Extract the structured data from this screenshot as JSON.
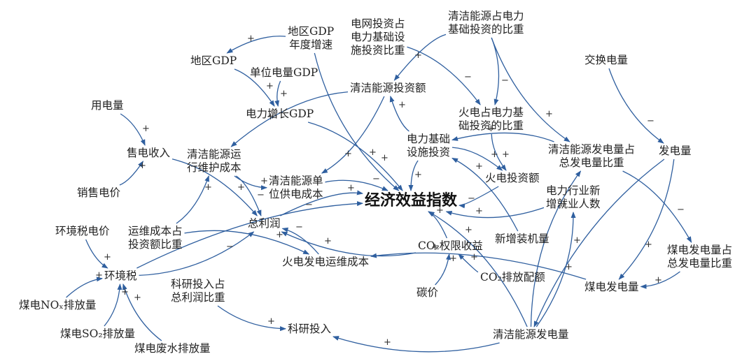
{
  "colors": {
    "arrow": "#2f5f9f",
    "text": "#222222",
    "background": "#ffffff"
  },
  "nodes": {
    "regional_gdp_growth": [
      "地区GDP",
      "年度增速"
    ],
    "grid_invest_share": [
      "电网投资占",
      "电力基础设",
      "施投资比重"
    ],
    "clean_power_invest_share": [
      "清洁能源占电力",
      "基础投资的比重"
    ],
    "regional_gdp": [
      "地区GDP"
    ],
    "unit_power_gdp": [
      "单位电量GDP"
    ],
    "exchange_power": [
      "交换电量"
    ],
    "clean_energy_invest": [
      "清洁能源投资额"
    ],
    "power_use": [
      "用电量"
    ],
    "power_growth_gdp": [
      "电力增长GDP"
    ],
    "thermal_invest_share": [
      "火电占电力基",
      "础投资的比重"
    ],
    "power_infra_invest": [
      "电力基础",
      "设施投资"
    ],
    "clean_gen_share": [
      "清洁能源发电量占",
      "总发电量比重"
    ],
    "power_generation": [
      "发电量"
    ],
    "sales_revenue": [
      "售电收入"
    ],
    "clean_om_cost": [
      "清洁能源运",
      "行维护成本"
    ],
    "clean_unit_supply_cost": [
      "清洁能源单",
      "位供电成本"
    ],
    "economic_index": [
      "经济效益指数"
    ],
    "thermal_invest": [
      "火电投资额"
    ],
    "new_jobs": [
      "电力行业新",
      "增就业人数"
    ],
    "sales_price": [
      "销售电价"
    ],
    "om_cost_share": [
      "运维成本占",
      "投资额比重"
    ],
    "total_profit": [
      "总利润"
    ],
    "env_tax_price": [
      "环境税电价"
    ],
    "co2_quota_revenue": [
      "CO₂权限收益"
    ],
    "new_capacity": [
      "新增装机量"
    ],
    "thermal_om_cost": [
      "火电发电运维成本"
    ],
    "coal_gen_share": [
      "煤电发电量占",
      "总发电量比重"
    ],
    "env_tax": [
      "环境税"
    ],
    "co2_quota": [
      "CO₂排放配额"
    ],
    "coal_generation": [
      "煤电发电量"
    ],
    "rd_share": [
      "科研投入占",
      "总利润比重"
    ],
    "carbon_price": [
      "碳价"
    ],
    "coal_nox": [
      "煤电NOₓ排放量"
    ],
    "coal_so2": [
      "煤电SO₂排放量"
    ],
    "rd_invest": [
      "科研投入"
    ],
    "clean_generation": [
      "清洁能源发电量"
    ],
    "coal_wastewater": [
      "煤电废水排放量"
    ]
  },
  "links": [
    {
      "from": "regional_gdp_growth",
      "to": "regional_gdp",
      "sign": "+"
    },
    {
      "from": "regional_gdp",
      "to": "power_growth_gdp",
      "sign": "+"
    },
    {
      "from": "unit_power_gdp",
      "to": "power_growth_gdp",
      "sign": "+"
    },
    {
      "from": "power_use",
      "to": "sales_revenue",
      "sign": "+"
    },
    {
      "from": "sales_price",
      "to": "sales_revenue",
      "sign": "+"
    },
    {
      "from": "sales_revenue",
      "to": "total_profit",
      "sign": "+"
    },
    {
      "from": "clean_power_invest_share",
      "to": "clean_energy_invest",
      "sign": "+"
    },
    {
      "from": "clean_power_invest_share",
      "to": "thermal_invest_share",
      "sign": "−"
    },
    {
      "from": "clean_power_invest_share",
      "to": "clean_gen_share",
      "sign": "+"
    },
    {
      "from": "grid_invest_share",
      "to": "thermal_invest_share",
      "sign": "−"
    },
    {
      "from": "exchange_power",
      "to": "power_generation",
      "sign": "−"
    },
    {
      "from": "power_infra_invest",
      "to": "clean_energy_invest",
      "sign": "+"
    },
    {
      "from": "clean_energy_invest",
      "to": "clean_om_cost",
      "sign": "+"
    },
    {
      "from": "clean_energy_invest",
      "to": "clean_unit_supply_cost",
      "sign": "+"
    },
    {
      "from": "thermal_invest_share",
      "to": "thermal_invest",
      "sign": "+"
    },
    {
      "from": "power_infra_invest",
      "to": "thermal_invest",
      "sign": "+"
    },
    {
      "from": "clean_gen_share",
      "to": "power_infra_invest",
      "sign": "+"
    },
    {
      "from": "clean_gen_share",
      "to": "coal_gen_share",
      "sign": "−"
    },
    {
      "from": "power_generation",
      "to": "clean_generation",
      "sign": "+"
    },
    {
      "from": "power_generation",
      "to": "coal_generation",
      "sign": "+"
    },
    {
      "from": "clean_om_cost",
      "to": "clean_unit_supply_cost",
      "sign": "+"
    },
    {
      "from": "clean_om_cost",
      "to": "total_profit",
      "sign": "−"
    },
    {
      "from": "om_cost_share",
      "to": "clean_om_cost",
      "sign": "+"
    },
    {
      "from": "clean_unit_supply_cost",
      "to": "economic_index",
      "sign": "−"
    },
    {
      "from": "regional_gdp_growth",
      "to": "economic_index",
      "sign": "+"
    },
    {
      "from": "power_growth_gdp",
      "to": "economic_index",
      "sign": "+"
    },
    {
      "from": "power_infra_invest",
      "to": "economic_index",
      "sign": "+"
    },
    {
      "from": "total_profit",
      "to": "economic_index",
      "sign": "+"
    },
    {
      "from": "new_capacity",
      "to": "power_infra_invest",
      "sign": "+"
    },
    {
      "from": "new_jobs",
      "to": "economic_index",
      "sign": "+"
    },
    {
      "from": "co2_quota_revenue",
      "to": "economic_index",
      "sign": "+"
    },
    {
      "from": "thermal_invest",
      "to": "economic_index",
      "sign": "−"
    },
    {
      "from": "clean_generation",
      "to": "new_jobs",
      "sign": "+"
    },
    {
      "from": "co2_quota_revenue",
      "to": "total_profit",
      "sign": "+"
    },
    {
      "from": "carbon_price",
      "to": "co2_quota_revenue",
      "sign": "+"
    },
    {
      "from": "co2_quota",
      "to": "co2_quota_revenue",
      "sign": "+"
    },
    {
      "from": "thermal_om_cost",
      "to": "total_profit",
      "sign": "−"
    },
    {
      "from": "om_cost_share",
      "to": "thermal_om_cost",
      "sign": "+"
    },
    {
      "from": "coal_generation",
      "to": "thermal_om_cost",
      "sign": "+"
    },
    {
      "from": "coal_gen_share",
      "to": "coal_generation",
      "sign": "+"
    },
    {
      "from": "env_tax_price",
      "to": "env_tax",
      "sign": "+"
    },
    {
      "from": "coal_nox",
      "to": "env_tax",
      "sign": "+"
    },
    {
      "from": "coal_so2",
      "to": "env_tax",
      "sign": "+"
    },
    {
      "from": "coal_wastewater",
      "to": "env_tax",
      "sign": "+"
    },
    {
      "from": "env_tax",
      "to": "total_profit",
      "sign": "−"
    },
    {
      "from": "env_tax",
      "to": "economic_index",
      "sign": "−"
    },
    {
      "from": "rd_share",
      "to": "rd_invest",
      "sign": "+"
    },
    {
      "from": "clean_generation",
      "to": "rd_invest",
      "sign": "+"
    },
    {
      "from": "clean_generation",
      "to": "economic_index",
      "sign": "+"
    },
    {
      "from": "clean_generation",
      "to": "clean_gen_share",
      "sign": "+"
    }
  ]
}
